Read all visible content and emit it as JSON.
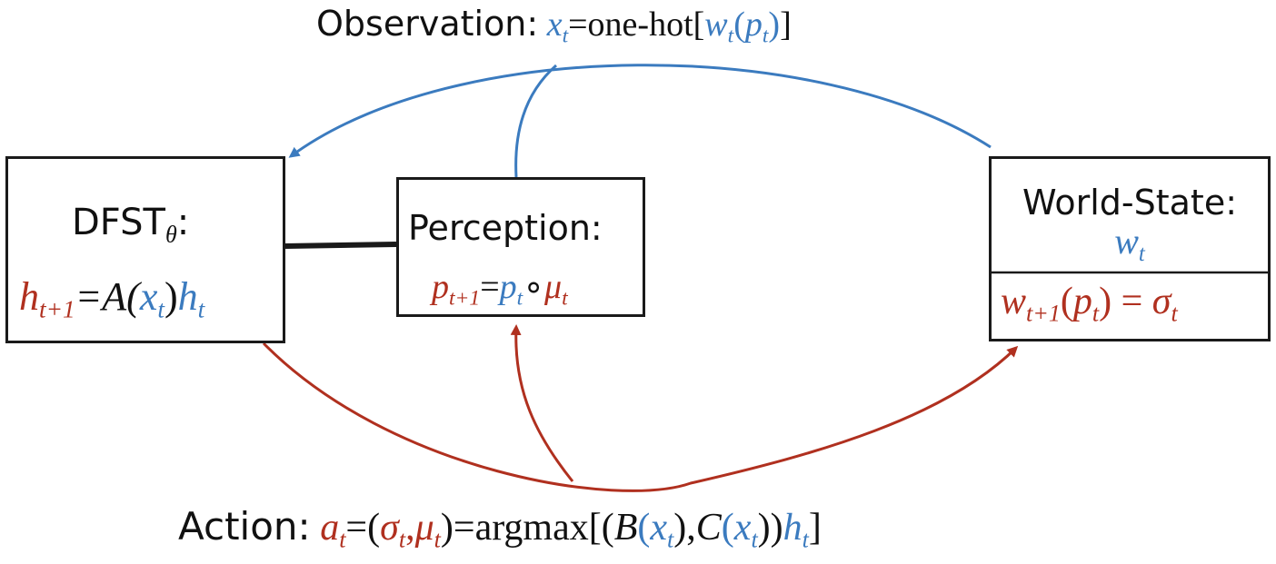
{
  "colors": {
    "observation": "#3b7bbf",
    "action": "#b0301f",
    "box_border": "#1a1a1a"
  },
  "observation": {
    "label": "Observation:",
    "eq_x": "x",
    "eq_x_sub": "t",
    "eq_eq": "=one-hot[",
    "eq_w": "w",
    "eq_w_sub": "t",
    "eq_paren_open": "(",
    "eq_p": "p",
    "eq_p_sub": "t",
    "eq_paren_close": ")",
    "eq_close": "]"
  },
  "dfst": {
    "title": "DFST",
    "title_sub": "θ",
    "title_colon": ":",
    "eq_h": "h",
    "eq_h_sub": "t+1",
    "eq_mid": "=A(",
    "eq_x": "x",
    "eq_x_sub": "t",
    "eq_close": ")",
    "eq_h2": "h",
    "eq_h2_sub": "t"
  },
  "perception": {
    "title": "Perception:",
    "eq_p": "p",
    "eq_p_sub": "t+1",
    "eq_eq": "=",
    "eq_p2": "p",
    "eq_p2_sub": "t",
    "eq_circ": "∘",
    "eq_mu": "μ",
    "eq_mu_sub": "t"
  },
  "world_state": {
    "title": "World-State:",
    "var": "w",
    "var_sub": "t",
    "eq_w": "w",
    "eq_w_sub": "t+1",
    "eq_paren_open": "(",
    "eq_p": "p",
    "eq_p_sub": "t",
    "eq_paren_close": ")",
    "eq_eq": " = ",
    "eq_sigma": "σ",
    "eq_sigma_sub": "t"
  },
  "action": {
    "label": "Action:",
    "eq_a": "a",
    "eq_a_sub": "t",
    "eq_eq1": "=(",
    "eq_sigma": "σ",
    "eq_sigma_sub": "t",
    "eq_comma": ",",
    "eq_mu": "μ",
    "eq_mu_sub": "t",
    "eq_eq2": ")=argmax[(",
    "eq_B": "B",
    "eq_B_open": "(",
    "eq_x1": "x",
    "eq_x1_sub": "t",
    "eq_B_close": "),",
    "eq_C": "C",
    "eq_C_open": "(",
    "eq_x2": "x",
    "eq_x2_sub": "t",
    "eq_C_close": "))",
    "eq_h": "h",
    "eq_h_sub": "t",
    "eq_close": "]"
  }
}
